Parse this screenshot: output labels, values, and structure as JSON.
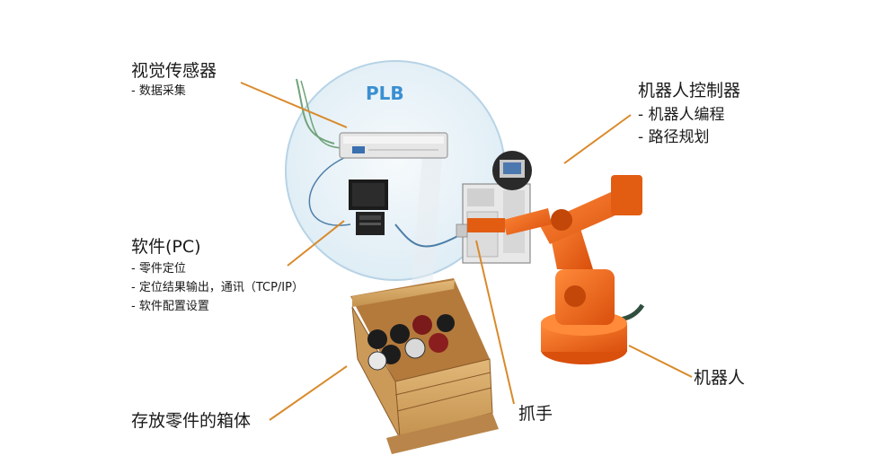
{
  "plb": {
    "title": "PLB"
  },
  "labels": {
    "vision_sensor": {
      "title": "视觉传感器",
      "items": [
        "- 数据采集"
      ]
    },
    "robot_controller": {
      "title": "机器人控制器",
      "items": [
        "- 机器人编程",
        "- 路径规划"
      ]
    },
    "software": {
      "title": "软件(PC)",
      "items": [
        "- 零件定位",
        "- 定位结果输出，通讯（TCP/IP）",
        "- 软件配置设置"
      ]
    },
    "robot": {
      "title": "机器人"
    },
    "bin": {
      "title": "存放零件的箱体"
    },
    "gripper": {
      "title": "抓手"
    }
  },
  "colors": {
    "leader_line": "#d98a2b",
    "circle_fill": "#eaf3f8",
    "circle_stroke": "#b7d3e6",
    "robot_orange": "#f26a1b",
    "crate_wood": "#d6a765",
    "plb_title": "#3b8fd1"
  }
}
